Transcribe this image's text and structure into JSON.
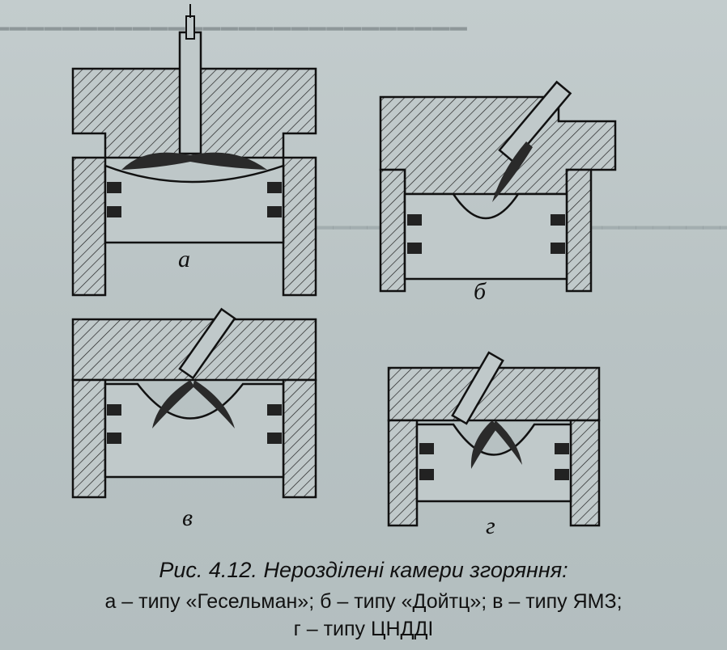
{
  "figure": {
    "panel_labels": [
      "а",
      "б",
      "в",
      "г"
    ]
  },
  "caption": {
    "title": "Рис. 4.12. Нерозділені камери згоряння:",
    "line1": "а – типу «Гесельман»; б – типу «Дойтц»; в – типу ЯМЗ;",
    "line2": "г – типу ЦНДДІ"
  },
  "colors": {
    "background": "#bcc6c7",
    "ink": "#111111",
    "fuel_jet": "#2a2a2a"
  },
  "icons": [
    "injector-icon",
    "piston-ring-icon",
    "fuel-jet-icon"
  ]
}
